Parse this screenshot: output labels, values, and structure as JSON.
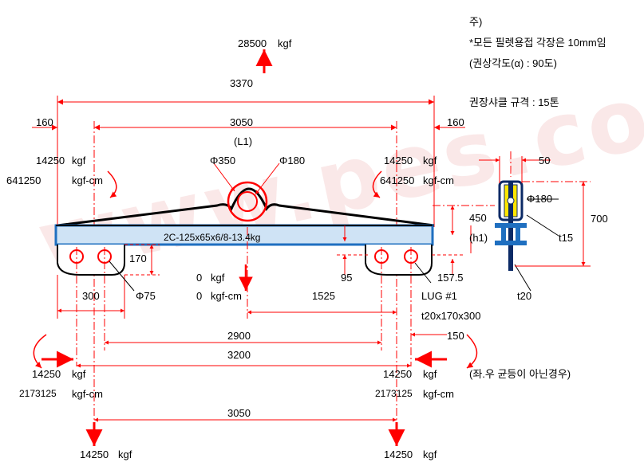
{
  "watermark": "www.pes.com",
  "colors": {
    "dim": "#ff0000",
    "beam_fill": "#cfe3f5",
    "beam_stroke": "#1f6fc0",
    "lug": "#000000",
    "shackle": "#0b2a66"
  },
  "icons": {
    "force": "arrow",
    "moment": "curved-arrow"
  },
  "notes": {
    "title": "주)",
    "weld": "*모든 필렛용접 각장은 10mm임",
    "angle": "(권상각도(α) : 90도)",
    "shackle": "권장샤클 규격 : 15톤"
  },
  "top_load": {
    "value": "28500",
    "unit": "kgf",
    "dim": "3370"
  },
  "dims": {
    "overall_left": "160",
    "overall_right": "160",
    "span": "3050",
    "span_label": "(L1)",
    "dia_350": "Φ350",
    "dia_180": "Φ180",
    "beam_label": "2C-125x65x6/8-13.4kg",
    "lug_h": "170",
    "lug_w": "300",
    "hole": "Φ75",
    "d95": "95",
    "d1525": "1525",
    "d1575": "157.5",
    "lug_name": "LUG #1",
    "lug_size": "t20x170x300",
    "d450": "450",
    "h1": "(h1)",
    "d700": "700",
    "d50": "50",
    "side_dia": "Φ180",
    "t15": "t15",
    "t20": "t20",
    "d2900": "2900",
    "d3200": "3200",
    "d150": "150",
    "d3050_bottom": "3050"
  },
  "left_end": {
    "force": "14250",
    "force_unit": "kgf",
    "moment": "641250",
    "moment_unit": "kgf-cm"
  },
  "right_end": {
    "force": "14250",
    "force_unit": "kgf",
    "moment": "641250",
    "moment_unit": "kgf-cm"
  },
  "center": {
    "force": "0",
    "force_unit": "kgf",
    "moment": "0",
    "moment_unit": "kgf-cm"
  },
  "lower_left": {
    "force": "14250",
    "force_unit": "kgf",
    "moment": "2173125",
    "moment_unit": "kgf-cm"
  },
  "lower_right": {
    "force": "14250",
    "force_unit": "kgf",
    "moment": "2173125",
    "moment_unit": "kgf-cm"
  },
  "uneven_note": "(좌.우 균등이 아닌경우)",
  "bottom_left": {
    "force": "14250",
    "unit": "kgf"
  },
  "bottom_right": {
    "force": "14250",
    "unit": "kgf"
  }
}
